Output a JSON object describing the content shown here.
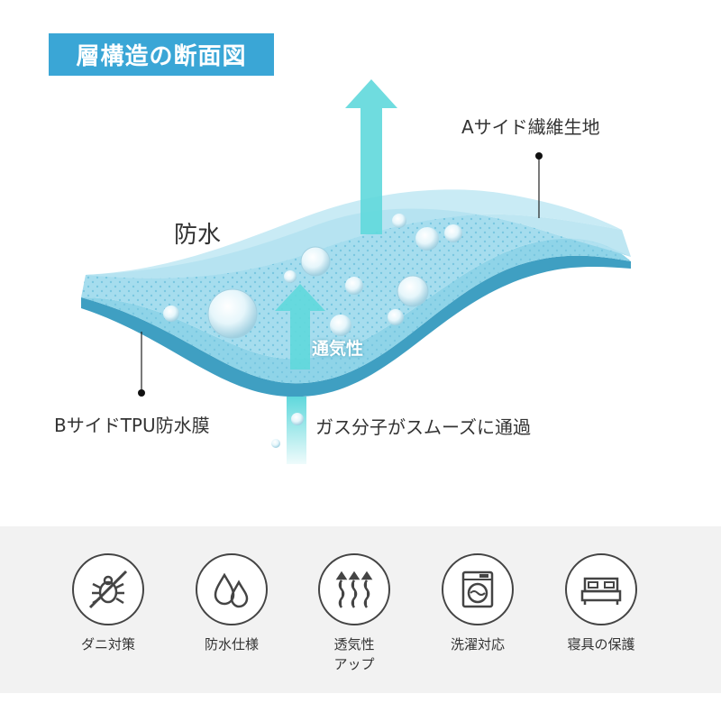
{
  "title": "層構造の断面図",
  "labels": {
    "a_side": "Aサイド繊維生地",
    "b_side": "BサイドTPU防水膜",
    "waterproof": "防水",
    "breathable": "通気性",
    "gas": "ガス分子がスムーズに通過"
  },
  "features": [
    {
      "icon": "no-mite-icon",
      "label": "ダニ対策",
      "label2": ""
    },
    {
      "icon": "water-drops-icon",
      "label": "防水仕様",
      "label2": ""
    },
    {
      "icon": "breathable-arrows-icon",
      "label": "透気性",
      "label2": "アップ"
    },
    {
      "icon": "washing-machine-icon",
      "label": "洗濯対応",
      "label2": ""
    },
    {
      "icon": "bed-icon",
      "label": "寝具の保護",
      "label2": ""
    }
  ],
  "colors": {
    "title_bg": "#3aa6d6",
    "layer_light": "#bfe6f2",
    "layer_mid": "#8fd4e8",
    "layer_edge": "#3f9fc2",
    "arrow": "#5fd8dc",
    "panel_bg": "#f2f2f2"
  }
}
